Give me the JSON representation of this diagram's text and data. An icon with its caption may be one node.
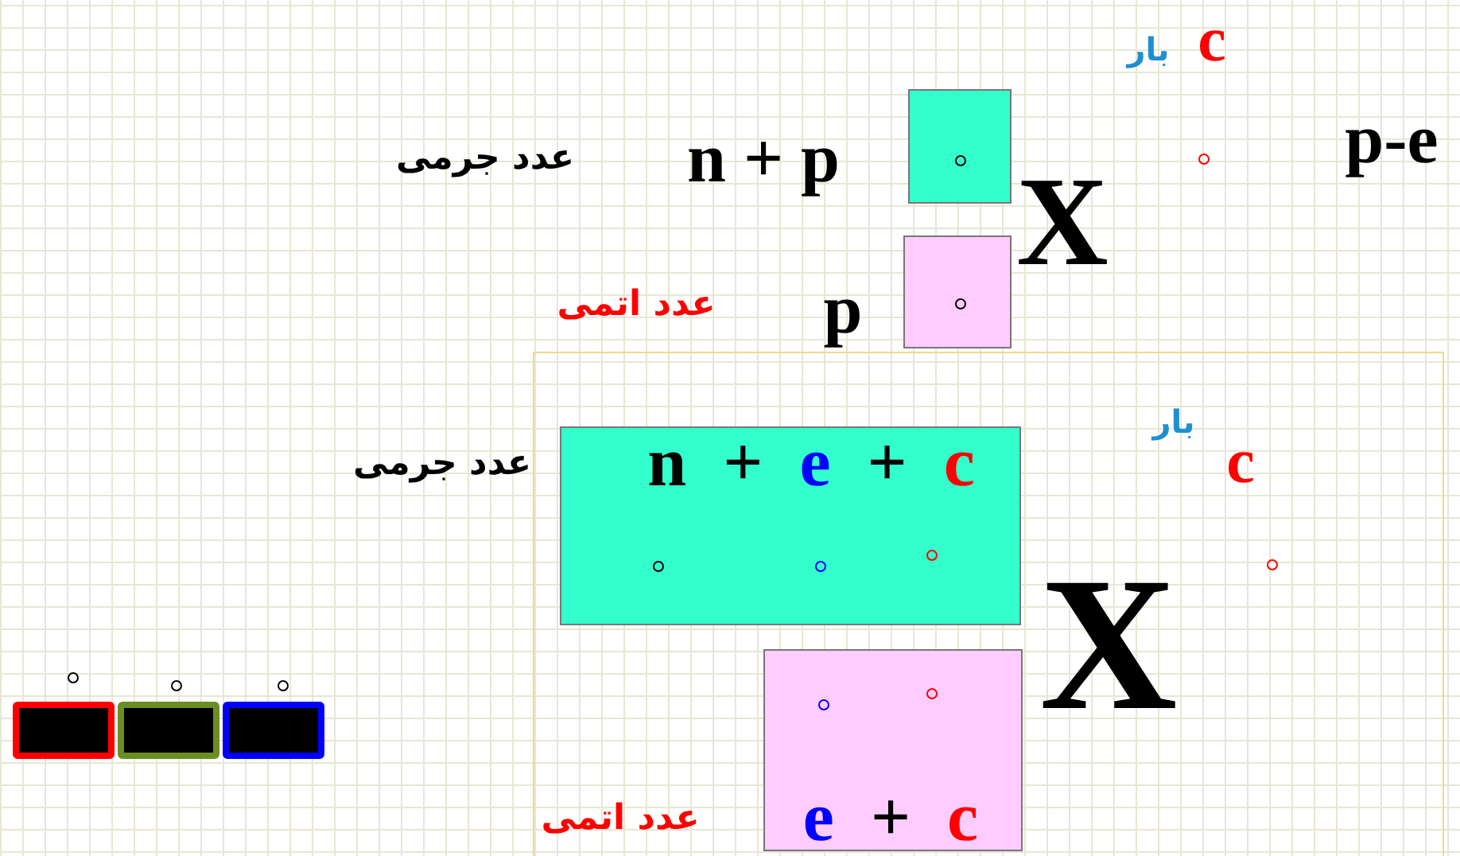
{
  "diagram": {
    "nodes": [
      {
        "text": [],
        "shape": "box"
      },
      {
        "text": [],
        "shape": "box"
      },
      {
        "text": [
          "n + e + c"
        ]
      },
      {
        "text": [
          "e + c"
        ]
      },
      {
        "text": [],
        "shape": "box"
      },
      {
        "text": [],
        "shape": "box"
      },
      {
        "text": [],
        "shape": "box"
      }
    ],
    "edges": [],
    "labels": [
      "بار",
      "c",
      "عدد جرمی",
      "n + p",
      "p-e",
      "X",
      "عدد اتمی",
      "p",
      "بار",
      "عدد جرمی",
      "c",
      "X",
      "عدد اتمی"
    ]
  }
}
